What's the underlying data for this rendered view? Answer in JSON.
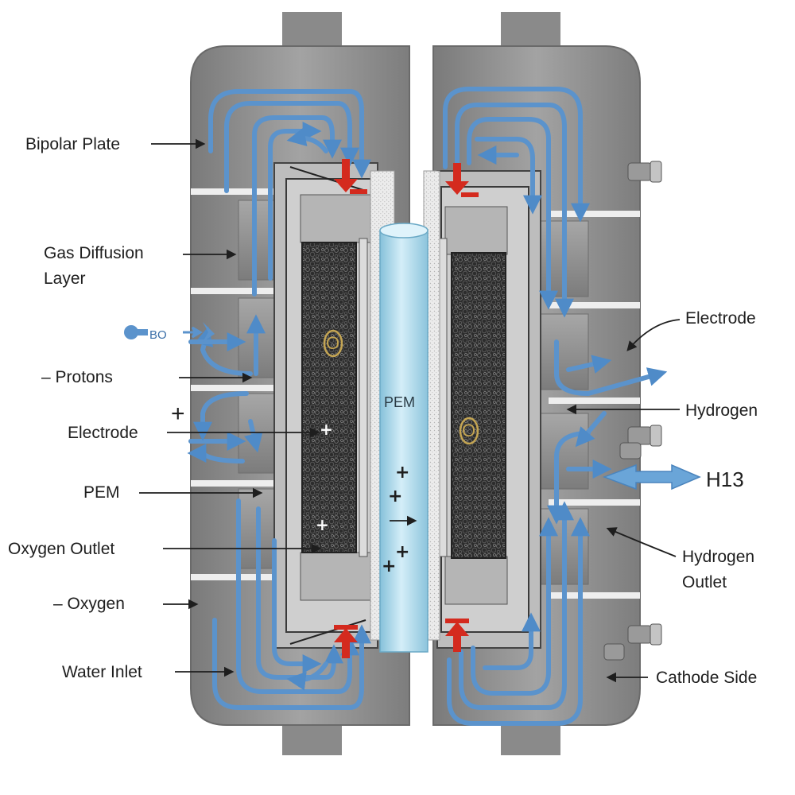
{
  "labels": {
    "bipolar_plate": "Bipolar Plate",
    "gas_diffusion_layer": "Gas Diffusion Layer",
    "protons": "– Protons",
    "electrode_left": "Electrode",
    "pem_left": "PEM",
    "oxygen_outlet": "Oxygen Outlet",
    "oxygen": "– Oxygen",
    "water_inlet": "Water Inlet",
    "electrode_right": "Electrode",
    "hydrogen": "Hydrogen",
    "hydrogen_outlet": "Hydrogen Outlet",
    "cathode_side": "Cathode Side",
    "pem_center": "PEM",
    "h13": "H13",
    "bo": "BO",
    "plus_left": "+",
    "o_left": "O",
    "o_right": "O"
  },
  "colors": {
    "plate": "#8e8e8e",
    "flow": "#5b93cc",
    "pem": "#a9d8ec",
    "red_arrow": "#d42a1e"
  },
  "icons": [
    "flow-arrow-icon",
    "red-arrow-icon",
    "bolt-fitting-icon"
  ]
}
